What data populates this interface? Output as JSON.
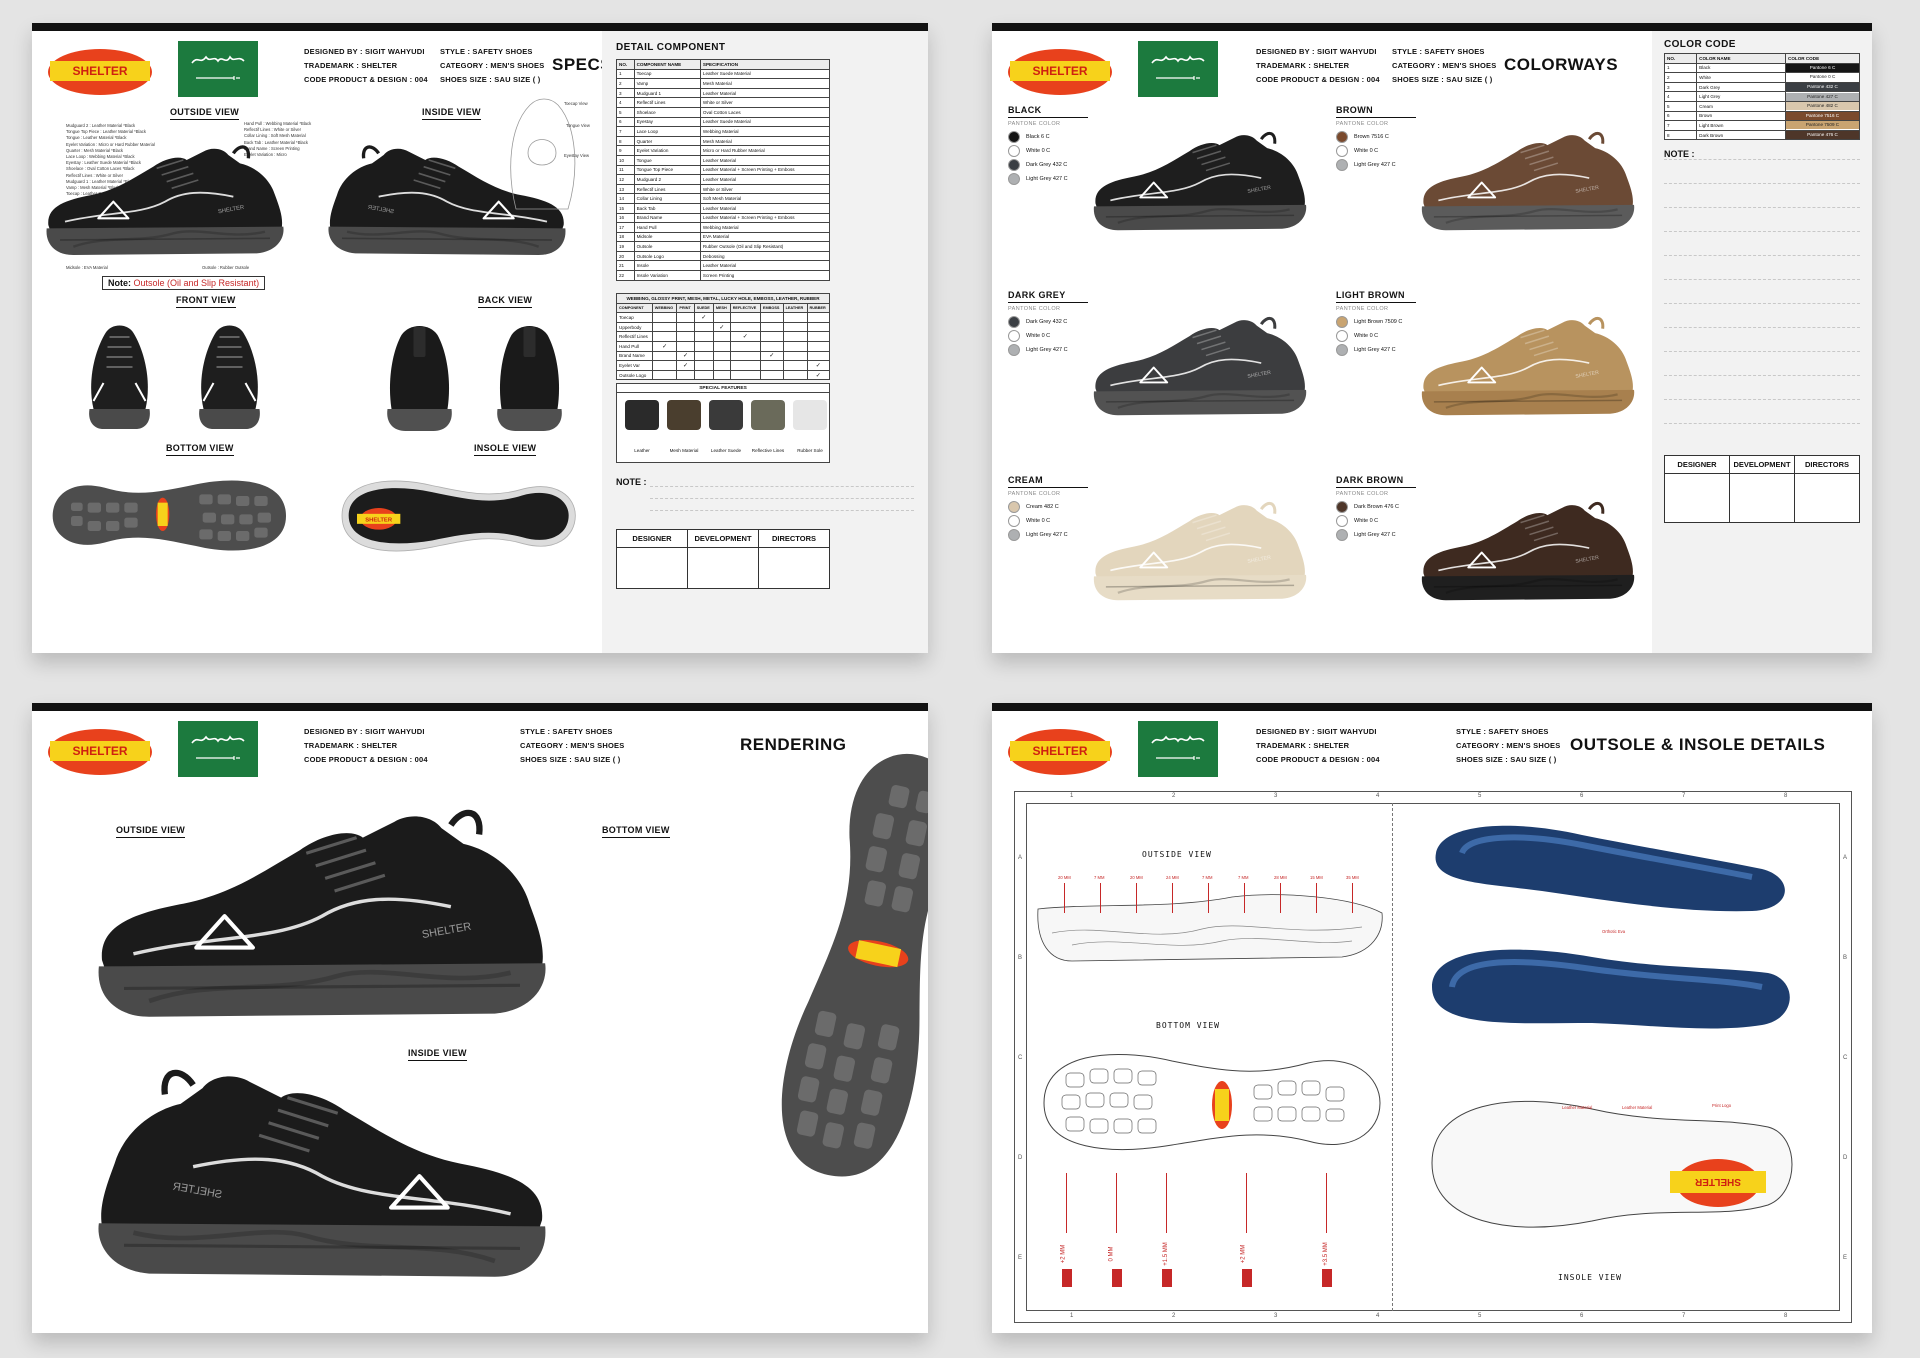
{
  "header": {
    "brand": "SHELTER",
    "designed_by": "DESIGNED BY : SIGIT WAHYUDI",
    "trademark": "TRADEMARK : SHELTER",
    "code": "CODE PRODUCT & DESIGN : 004",
    "style": "STYLE : SAFETY SHOES",
    "category": "CATEGORY : MEN'S SHOES",
    "size": "SHOES SIZE : SAU SIZE (  )"
  },
  "specsheet": {
    "title": "SPECSHEET",
    "views": {
      "outside": "OUTSIDE VIEW",
      "inside": "INSIDE VIEW",
      "front": "FRONT VIEW",
      "back": "BACK VIEW",
      "bottom": "BOTTOM VIEW",
      "insole": "INSOLE VIEW"
    },
    "note_outsole_label": "Note:",
    "note_outsole_text": "Outsole (Oil and Slip Resistant)",
    "annotations_left": [
      "Mudguard 2 : Leather Material *Black",
      "Tongue Top Piece : Leather Material *Black",
      "Tongue : Leather Material *Black",
      "Eyelet Variation : Micro or Hard Rubber Material",
      "Quarter : Mesh Material *Black",
      "Lace Loop : Webbing Material *Black",
      "Eyestay : Leather Suede Material *Black",
      "Shoelace : Oval Cotton Laces *Black",
      "Reflectif Lines : White or Silver",
      "Mudguard 1 : Leather Material *Black",
      "Vamp : Mesh Material *Black",
      "Toecap : Leather Suede Material *Black"
    ],
    "annotations_right": [
      "Hand Pull : Webbing Material *Black",
      "Reflectif Lines : White or Silver",
      "Collar Lining : Soft Mesh Material",
      "Back Tab : Leather Material *Black",
      "Brand Name : Screen Printing",
      "Eyelet Variation : Micro"
    ],
    "annotations_bottom": [
      "Midsole : EVA Material",
      "Outsole : Rubber Outsole"
    ],
    "insole_callouts": [
      "Toecap View",
      "Tongue View",
      "Eyestay View"
    ],
    "detail_title": "DETAIL COMPONENT",
    "detail_headers": [
      "NO.",
      "COMPONENT NAME",
      "SPECIFICATION"
    ],
    "detail_rows": [
      [
        "1",
        "Toecap",
        "Leather Suede Material"
      ],
      [
        "2",
        "Vamp",
        "Mesh Material"
      ],
      [
        "3",
        "Mudguard 1",
        "Leather Material"
      ],
      [
        "4",
        "Reflectif Lines",
        "White or Silver"
      ],
      [
        "5",
        "Shoelace",
        "Oval Cotton Laces"
      ],
      [
        "6",
        "Eyestay",
        "Leather Suede Material"
      ],
      [
        "7",
        "Lace Loop",
        "Webbing Material"
      ],
      [
        "8",
        "Quarter",
        "Mesh Material"
      ],
      [
        "9",
        "Eyelet Variation",
        "Micro or Hard Rubber Material"
      ],
      [
        "10",
        "Tongue",
        "Leather Material"
      ],
      [
        "11",
        "Tongue Top Piece",
        "Leather Material + Screen Printing + Emboss"
      ],
      [
        "12",
        "Mudguard 2",
        "Leather Material"
      ],
      [
        "13",
        "Reflectif Lines",
        "White or Silver"
      ],
      [
        "14",
        "Collar Lining",
        "Soft Mesh Material"
      ],
      [
        "15",
        "Back Tab",
        "Leather Material"
      ],
      [
        "16",
        "Brand Name",
        "Leather Material + Screen Printing + Emboss"
      ],
      [
        "17",
        "Hand Pull",
        "Webbing Material"
      ],
      [
        "18",
        "Midsole",
        "EVA Material"
      ],
      [
        "19",
        "Outsole",
        "Rubber Outsole (Oil and Slip Resistant)"
      ],
      [
        "20",
        "Outsole Logo",
        "Debossing"
      ],
      [
        "21",
        "Insole",
        "Leather Material"
      ],
      [
        "22",
        "Insole Variation",
        "Screen Printing"
      ]
    ],
    "matrix_title": "WEBBING, GLOSSY PRINT, MESH, METAL, LUCKY HOLE, EMBOSS, LEATHER, RUBBER",
    "matrix_headers": [
      "COMPONENT",
      "WEBBING",
      "PRINT",
      "SUEDE",
      "MESH",
      "REFLECTIVE",
      "EMBOSS",
      "LEATHER",
      "RUBBER"
    ],
    "matrix_rows": [
      {
        "name": "Toecap",
        "checks": [
          0,
          0,
          1,
          0,
          0,
          0,
          0,
          0
        ]
      },
      {
        "name": "Upperbody",
        "checks": [
          0,
          0,
          0,
          1,
          0,
          0,
          0,
          0
        ]
      },
      {
        "name": "Reflectif Lines",
        "checks": [
          0,
          0,
          0,
          0,
          1,
          0,
          0,
          0
        ]
      },
      {
        "name": "Hand Pull",
        "checks": [
          1,
          0,
          0,
          0,
          0,
          0,
          0,
          0
        ]
      },
      {
        "name": "Brand Name",
        "checks": [
          0,
          1,
          0,
          0,
          0,
          1,
          0,
          0
        ]
      },
      {
        "name": "Eyelet Var",
        "checks": [
          0,
          1,
          0,
          0,
          0,
          0,
          0,
          1
        ]
      },
      {
        "name": "Outsole Logo",
        "checks": [
          0,
          0,
          0,
          0,
          0,
          0,
          0,
          1
        ]
      }
    ],
    "check_mark": "✓",
    "features_title": "SPECIAL FEATURES",
    "features": [
      "Leather",
      "Mesh Material",
      "Leather Suede",
      "Reflective Lines",
      "Rubber Sole"
    ],
    "note_label": "NOTE :",
    "sign": [
      "DESIGNER",
      "DEVELOPMENT",
      "DIRECTORS"
    ]
  },
  "colorways": {
    "title": "COLORWAYS",
    "pantone_label": "PANTONE COLOR",
    "items": [
      {
        "name": "BLACK",
        "body": "#1e1e1e",
        "sole": "#4a4a4a",
        "swatches": [
          {
            "label": "Black 6 C",
            "color": "#151515"
          },
          {
            "label": "White 0 C",
            "color": "#ffffff"
          },
          {
            "label": "Dark Grey 432 C",
            "color": "#3b3f44"
          },
          {
            "label": "Light Grey 427 C",
            "color": "#aeb0b2"
          }
        ]
      },
      {
        "name": "BROWN",
        "body": "#6b4a35",
        "sole": "#5b5b5b",
        "swatches": [
          {
            "label": "Brown 7516 C",
            "color": "#7a4a2d"
          },
          {
            "label": "White 0 C",
            "color": "#ffffff"
          },
          {
            "label": "Light Grey 427 C",
            "color": "#aeb0b2"
          }
        ]
      },
      {
        "name": "DARK GREY",
        "body": "#3c3d3f",
        "sole": "#525252",
        "swatches": [
          {
            "label": "Dark Grey 432 C",
            "color": "#3b3f44"
          },
          {
            "label": "White 0 C",
            "color": "#ffffff"
          },
          {
            "label": "Light Grey 427 C",
            "color": "#aeb0b2"
          }
        ]
      },
      {
        "name": "LIGHT BROWN",
        "body": "#b8935f",
        "sole": "#a8804e",
        "swatches": [
          {
            "label": "Light Brown 7509 C",
            "color": "#c9a471"
          },
          {
            "label": "White 0 C",
            "color": "#ffffff"
          },
          {
            "label": "Light Grey 427 C",
            "color": "#aeb0b2"
          }
        ]
      },
      {
        "name": "CREAM",
        "body": "#e3d6bd",
        "sole": "#e7dcc6",
        "swatches": [
          {
            "label": "Cream 482 C",
            "color": "#d9c7ad"
          },
          {
            "label": "White 0 C",
            "color": "#ffffff"
          },
          {
            "label": "Light Grey 427 C",
            "color": "#aeb0b2"
          }
        ]
      },
      {
        "name": "DARK BROWN",
        "body": "#3e2a20",
        "sole": "#1f1f1f",
        "swatches": [
          {
            "label": "Dark Brown 476 C",
            "color": "#4e3629"
          },
          {
            "label": "White 0 C",
            "color": "#ffffff"
          },
          {
            "label": "Light Grey 427 C",
            "color": "#aeb0b2"
          }
        ]
      }
    ],
    "code_title": "COLOR CODE",
    "code_headers": [
      "NO.",
      "COLOR NAME",
      "COLOR CODE"
    ],
    "code_rows": [
      {
        "no": "1",
        "name": "Black",
        "code": "Pantone 6 C",
        "color": "#151515"
      },
      {
        "no": "2",
        "name": "White",
        "code": "Pantone 0 C",
        "color": "#ffffff"
      },
      {
        "no": "3",
        "name": "Dark Grey",
        "code": "Pantone 432 C",
        "color": "#3b3f44"
      },
      {
        "no": "4",
        "name": "Light Grey",
        "code": "Pantone 427 C",
        "color": "#aeb0b2"
      },
      {
        "no": "5",
        "name": "Cream",
        "code": "Pantone 482 C",
        "color": "#d9c7ad"
      },
      {
        "no": "6",
        "name": "Brown",
        "code": "Pantone 7516 C",
        "color": "#7a4a2d"
      },
      {
        "no": "7",
        "name": "Light Brown",
        "code": "Pantone 7509 C",
        "color": "#c9a471"
      },
      {
        "no": "8",
        "name": "Dark Brown",
        "code": "Pantone 476 C",
        "color": "#4e3629"
      }
    ],
    "note_label": "NOTE :",
    "sign": [
      "DESIGNER",
      "DEVELOPMENT",
      "DIRECTORS"
    ]
  },
  "rendering": {
    "title": "RENDERING",
    "outside": "OUTSIDE VIEW",
    "inside": "INSIDE VIEW",
    "bottom": "BOTTOM VIEW"
  },
  "outsole": {
    "title": "OUTSOLE & INSOLE DETAILS",
    "outside": "OUTSIDE VIEW",
    "bottom": "BOTTOM VIEW",
    "insole": "INSOLE VIEW",
    "grid_cols": [
      "1",
      "2",
      "3",
      "4",
      "5",
      "6",
      "7",
      "8"
    ],
    "grid_rows": [
      "A",
      "B",
      "C",
      "D",
      "E"
    ],
    "measures_top": [
      "20 MM",
      "7 MM",
      "20 MM",
      "24 MM",
      "7 MM",
      "7 MM",
      "28 MM",
      "15 MM",
      "35 MM"
    ],
    "measures_bottom": [
      "+2 MM",
      "0 MM",
      "+1.5 MM",
      "+2 MM",
      "+3.5 MM"
    ],
    "insole_callouts": [
      "Orthotic Eva",
      "Leather Material",
      "Leather Material",
      "Print Logo"
    ]
  },
  "colors": {
    "accent_red": "#e8411c",
    "logo_yellow": "#f7d21b",
    "flag_green": "#1c7a3e"
  }
}
